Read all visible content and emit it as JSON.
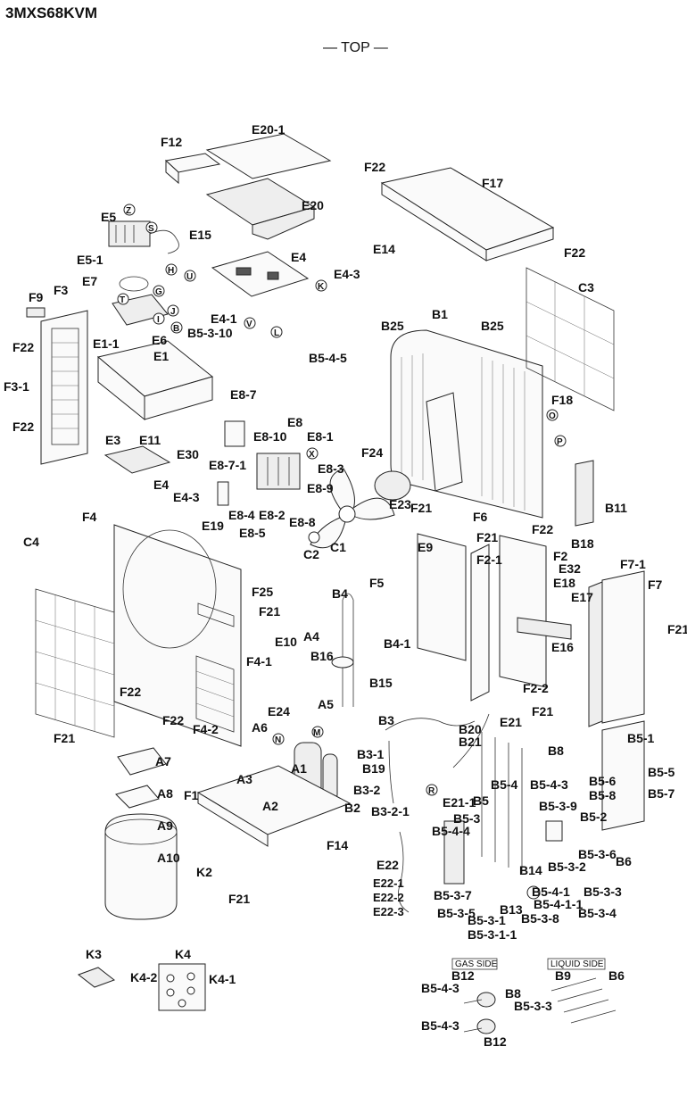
{
  "model": "3MXS68KVM",
  "orientation": "— TOP —",
  "boxes": {
    "gas_side": "GAS SIDE",
    "liquid_side": "LIQUID SIDE"
  },
  "labels": {
    "F12": "F12",
    "E20_1": "E20-1",
    "E20": "E20",
    "F22": "F22",
    "F17": "F17",
    "E5": "E5",
    "E15": "E15",
    "E5_1": "E5-1",
    "E7": "E7",
    "E4": "E4",
    "E4_3": "E4-3",
    "E14": "E14",
    "C3": "C3",
    "F9": "F9",
    "F3": "F3",
    "E6": "E6",
    "E4_1": "E4-1",
    "B5_3_10": "B5-3-10",
    "B25": "B25",
    "B1": "B1",
    "E1_1": "E1-1",
    "E1": "E1",
    "B5_4_5": "B5-4-5",
    "F3_1": "F3-1",
    "F18": "F18",
    "E8_7": "E8-7",
    "E8": "E8",
    "E8_10": "E8-10",
    "E8_1": "E8-1",
    "E3": "E3",
    "E11": "E11",
    "E30": "E30",
    "E8_7_1": "E8-7-1",
    "E8_3": "E8-3",
    "F24": "F24",
    "E8_9": "E8-9",
    "E8_4": "E8-4",
    "E8_2": "E8-2",
    "E8_5": "E8-5",
    "E8_8": "E8-8",
    "E19": "E19",
    "E23": "E23",
    "F21": "F21",
    "F6": "F6",
    "B11": "B11",
    "B18": "B18",
    "C2": "C2",
    "C1": "C1",
    "F4": "F4",
    "C4": "C4",
    "E9": "E9",
    "F5": "F5",
    "F2_1": "F2-1",
    "F2": "F2",
    "E32": "E32",
    "E18": "E18",
    "E17": "E17",
    "F7_1": "F7-1",
    "F7": "F7",
    "F25": "F25",
    "B4": "B4",
    "E10": "E10",
    "A4": "A4",
    "B16": "B16",
    "B4_1": "B4-1",
    "F4_1": "F4-1",
    "E16": "E16",
    "B15": "B15",
    "F2_2": "F2-2",
    "E24": "E24",
    "A5": "A5",
    "A6": "A6",
    "F4_2": "F4-2",
    "B3": "B3",
    "B20": "B20",
    "B21": "B21",
    "E21": "E21",
    "B3_1": "B3-1",
    "B8": "B8",
    "B5_1": "B5-1",
    "A7": "A7",
    "A1": "A1",
    "A3": "A3",
    "B19": "B19",
    "B5_6": "B5-6",
    "B5_5": "B5-5",
    "B5_4": "B5-4",
    "B5_4_3": "B5-4-3",
    "B5_8": "B5-8",
    "B5_7": "B5-7",
    "A8": "A8",
    "F1": "F1",
    "A2": "A2",
    "B3_2": "B3-2",
    "B2": "B2",
    "E21_1": "E21-1",
    "B5": "B5",
    "B5_3_9": "B5-3-9",
    "B5_2": "B5-2",
    "A9": "A9",
    "B3_2_1": "B3-2-1",
    "B5_3": "B5-3",
    "B5_4_4": "B5-4-4",
    "B5_3_6": "B5-3-6",
    "A10": "A10",
    "F14": "F14",
    "B5_3_2": "B5-3-2",
    "B6": "B6",
    "K2": "K2",
    "E22": "E22",
    "B14": "B14",
    "B5_3_3": "B5-3-3",
    "E22_1": "E22-1",
    "B5_4_1": "B5-4-1",
    "E22_2": "E22-2",
    "B5_4_1_1": "B5-4-1-1",
    "B5_3_4": "B5-3-4",
    "E22_3": "E22-3",
    "B5_3_7": "B5-3-7",
    "B13": "B13",
    "B5_3_8": "B5-3-8",
    "B5_3_5": "B5-3-5",
    "B5_3_1": "B5-3-1",
    "B5_3_1_1": "B5-3-1-1",
    "K3": "K3",
    "K4": "K4",
    "K4_2": "K4-2",
    "K4_1": "K4-1",
    "B12": "B12",
    "B9": "B9"
  },
  "connectors": [
    "Z",
    "S",
    "H",
    "G",
    "U",
    "T",
    "J",
    "I",
    "B",
    "V",
    "L",
    "K",
    "O",
    "P",
    "X",
    "N",
    "M",
    "R"
  ]
}
